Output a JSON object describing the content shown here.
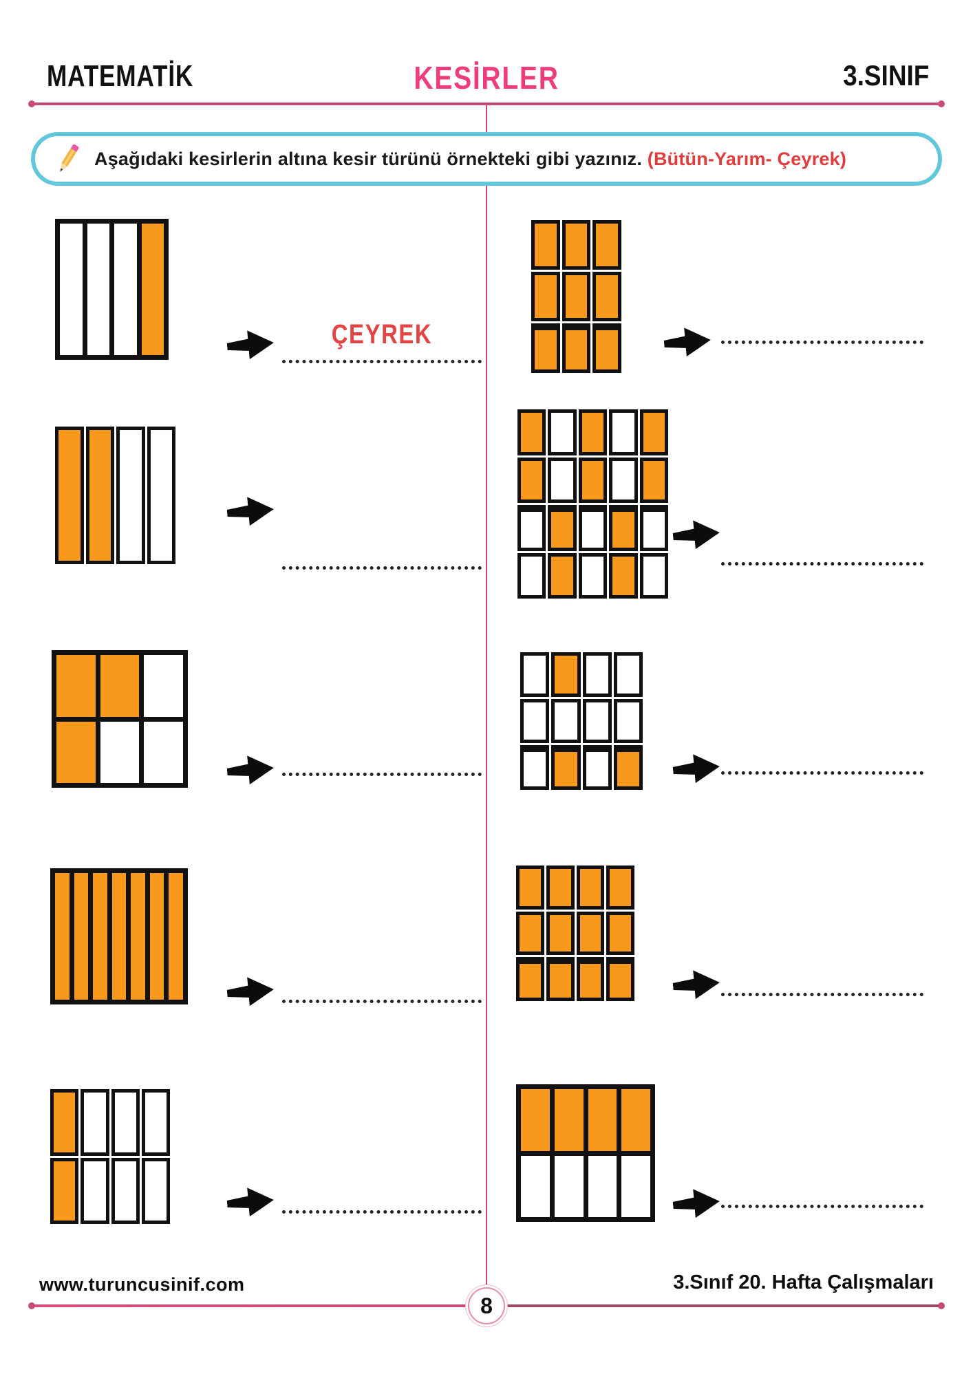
{
  "header": {
    "left_title": "MATEMATİK",
    "center_title": "KESİRLER",
    "right_title": "3.SINIF"
  },
  "instruction": {
    "text_black": "Aşağıdaki kesirlerin altına kesir türünü örnekteki gibi yazınız. ",
    "text_red": "(Bütün-Yarım- Çeyrek)"
  },
  "colors": {
    "orange": "#F8991D",
    "pink": "#EE3D7C",
    "line_pink": "#C84B72",
    "red": "#E03C3C",
    "cyan": "#63C7DB"
  },
  "exercises": [
    {
      "position": "left-1",
      "style": "joined",
      "cols": 4,
      "rows": 1,
      "filled": [
        0,
        0,
        0,
        1
      ],
      "answer": "ÇEYREK"
    },
    {
      "position": "right-1",
      "style": "cells",
      "cols": 3,
      "rows": 3,
      "filled": [
        1,
        1,
        1,
        1,
        1,
        1,
        1,
        1,
        1
      ],
      "thick_top_row": 2,
      "answer": ""
    },
    {
      "position": "left-2",
      "style": "cells",
      "cols": 4,
      "rows": 1,
      "filled": [
        1,
        1,
        0,
        0
      ],
      "answer": ""
    },
    {
      "position": "right-2",
      "style": "cells",
      "cols": 5,
      "rows": 4,
      "filled": [
        1,
        0,
        1,
        0,
        1,
        1,
        0,
        1,
        0,
        1,
        0,
        1,
        0,
        1,
        0,
        0,
        1,
        0,
        1,
        0
      ],
      "thick_top_row": 2,
      "answer": ""
    },
    {
      "position": "left-3",
      "style": "joined",
      "cols": 3,
      "rows": 2,
      "filled": [
        1,
        1,
        0,
        1,
        0,
        0
      ],
      "answer": ""
    },
    {
      "position": "right-3",
      "style": "cells",
      "cols": 4,
      "rows": 3,
      "filled": [
        0,
        1,
        0,
        0,
        0,
        0,
        0,
        0,
        0,
        1,
        0,
        1
      ],
      "thick_top_row": 2,
      "answer": ""
    },
    {
      "position": "left-4",
      "style": "joined",
      "cols": 7,
      "rows": 1,
      "filled": [
        1,
        1,
        1,
        1,
        1,
        1,
        1
      ],
      "answer": ""
    },
    {
      "position": "right-4",
      "style": "cells",
      "cols": 4,
      "rows": 3,
      "filled": [
        1,
        1,
        1,
        1,
        1,
        1,
        1,
        1,
        1,
        1,
        1,
        1
      ],
      "thick_top_row": 2,
      "answer": ""
    },
    {
      "position": "left-5",
      "style": "cells",
      "cols": 4,
      "rows": 2,
      "filled": [
        1,
        0,
        0,
        0,
        1,
        0,
        0,
        0
      ],
      "answer": ""
    },
    {
      "position": "right-5",
      "style": "joined",
      "cols": 4,
      "rows": 2,
      "filled": [
        1,
        1,
        1,
        1,
        0,
        0,
        0,
        0
      ],
      "answer": ""
    }
  ],
  "footer": {
    "website": "www.turuncusinif.com",
    "page_number": "8",
    "right_text": "3.Sınıf 20. Hafta Çalışmaları"
  }
}
